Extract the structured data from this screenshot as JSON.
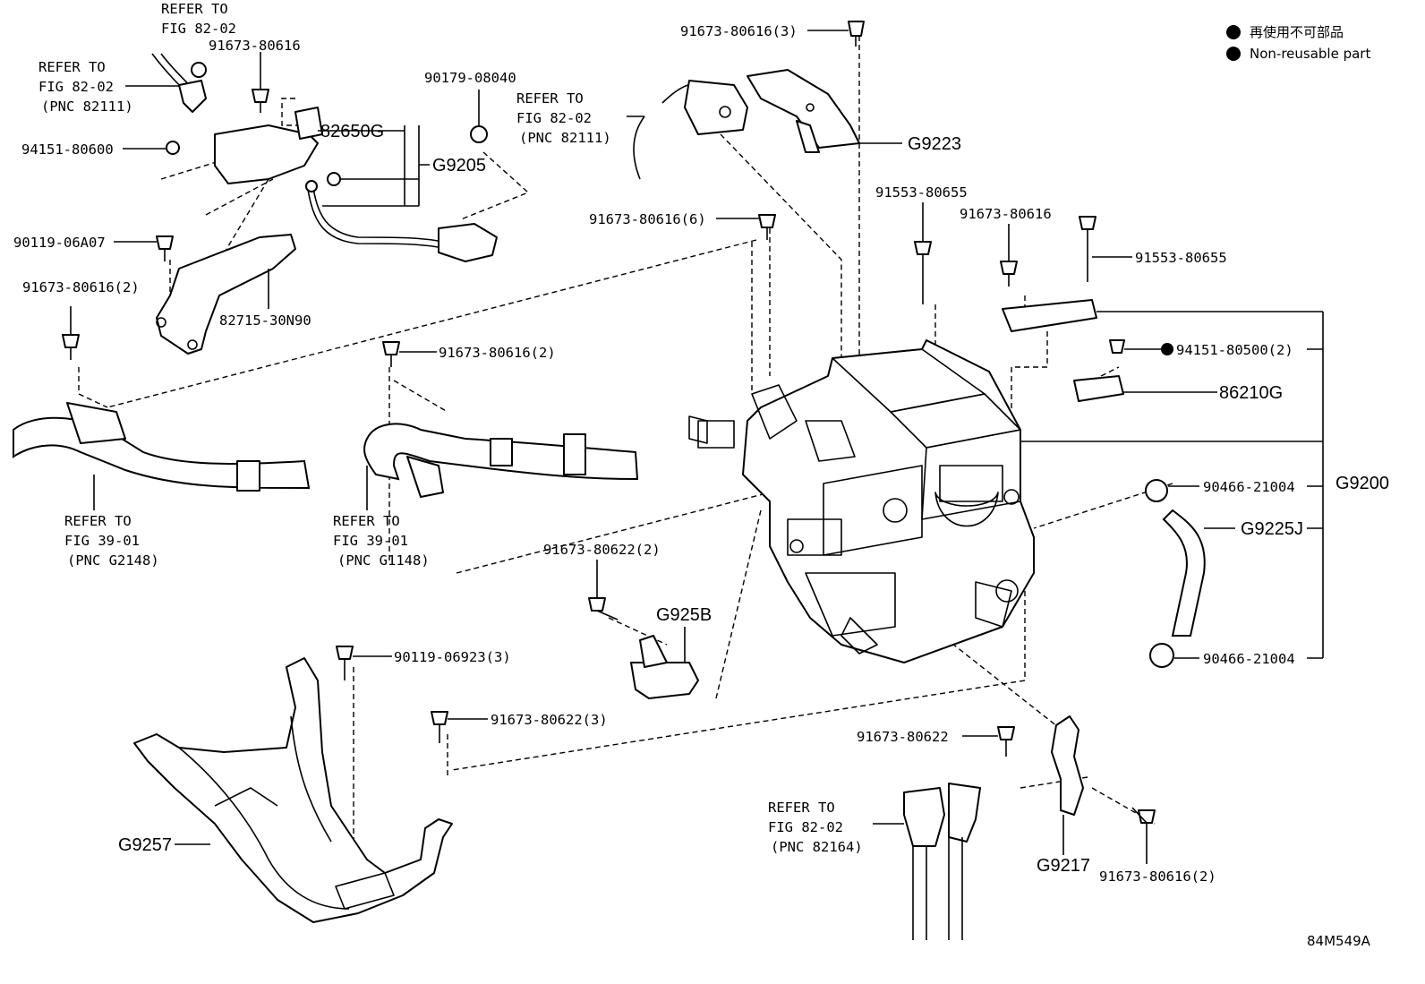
{
  "legend": {
    "items": [
      "再使用不可部品",
      "Non-reusable part"
    ]
  },
  "figure_code": "84M549A",
  "refers": {
    "r1": [
      "REFER TO",
      "FIG 82-02"
    ],
    "r2": [
      "REFER TO",
      "FIG 82-02",
      "(PNC 82111)"
    ],
    "r3": [
      "REFER TO",
      "FIG 82-02",
      "(PNC 82111)"
    ],
    "r4": [
      "REFER TO",
      "FIG 39-01",
      "(PNC G2148)"
    ],
    "r5": [
      "REFER TO",
      "FIG 39-01",
      "(PNC G1148)"
    ],
    "r6": [
      "REFER TO",
      "FIG 82-02",
      "(PNC 82164)"
    ]
  },
  "parts": {
    "p_91673_80616_a": "91673-80616",
    "p_82650G": "82650G",
    "p_G9205": "G9205",
    "p_94151_80600": "94151-80600",
    "p_90179_08040": "90179-08040",
    "p_90119_06A07": "90119-06A07",
    "p_91673_80616_2_a": "91673-80616(2)",
    "p_82715_30N90": "82715-30N90",
    "p_91673_80616_3": "91673-80616(3)",
    "p_G9223": "G9223",
    "p_91553_80655_a": "91553-80655",
    "p_91673_80616_6": "91673-80616(6)",
    "p_91673_80616_b": "91673-80616",
    "p_91553_80655_b": "91553-80655",
    "p_91673_80616_2_b": "91673-80616(2)",
    "p_94151_80500_2": "94151-80500(2)",
    "p_86210G": "86210G",
    "p_90466_21004_a": "90466-21004",
    "p_G9200": "G9200",
    "p_G9225J": "G9225J",
    "p_91673_80622_2": "91673-80622(2)",
    "p_G925B": "G925B",
    "p_90466_21004_b": "90466-21004",
    "p_90119_06923_3": "90119-06923(3)",
    "p_91673_80622_3": "91673-80622(3)",
    "p_91673_80622": "91673-80622",
    "p_G9257": "G9257",
    "p_G9217": "G9217",
    "p_91673_80616_2_c": "91673-80616(2)"
  }
}
